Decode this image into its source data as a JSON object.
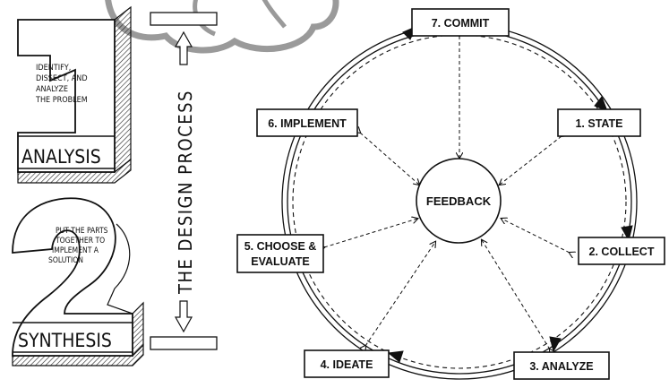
{
  "left_panel": {
    "block1": {
      "numeral": "1",
      "description": [
        "IDENTIFY,",
        "DISSECT, AND",
        "ANALYZE",
        "THE PROBLEM"
      ],
      "label": "ANALYSIS"
    },
    "block2": {
      "numeral": "2",
      "description": [
        "PUT THE PARTS",
        "TOGETHER TO",
        "IMPLEMENT A",
        "SOLUTION"
      ],
      "label": "SYNTHESIS"
    },
    "process_label": "THE DESIGN PROCESS"
  },
  "cycle": {
    "center": "FEEDBACK",
    "steps": [
      {
        "id": "commit",
        "lines": [
          "7. COMMIT"
        ]
      },
      {
        "id": "state",
        "lines": [
          "1. STATE"
        ]
      },
      {
        "id": "collect",
        "lines": [
          "2. COLLECT"
        ]
      },
      {
        "id": "analyze",
        "lines": [
          "3. ANALYZE"
        ]
      },
      {
        "id": "ideate",
        "lines": [
          "4. IDEATE"
        ]
      },
      {
        "id": "choose",
        "lines": [
          "5. CHOOSE &",
          "EVALUATE"
        ]
      },
      {
        "id": "implement",
        "lines": [
          "6. IMPLEMENT"
        ]
      }
    ]
  },
  "colors": {
    "ink": "#111111",
    "hatch": "#222222",
    "cloud": "#9a9a9a",
    "paper": "#ffffff"
  }
}
